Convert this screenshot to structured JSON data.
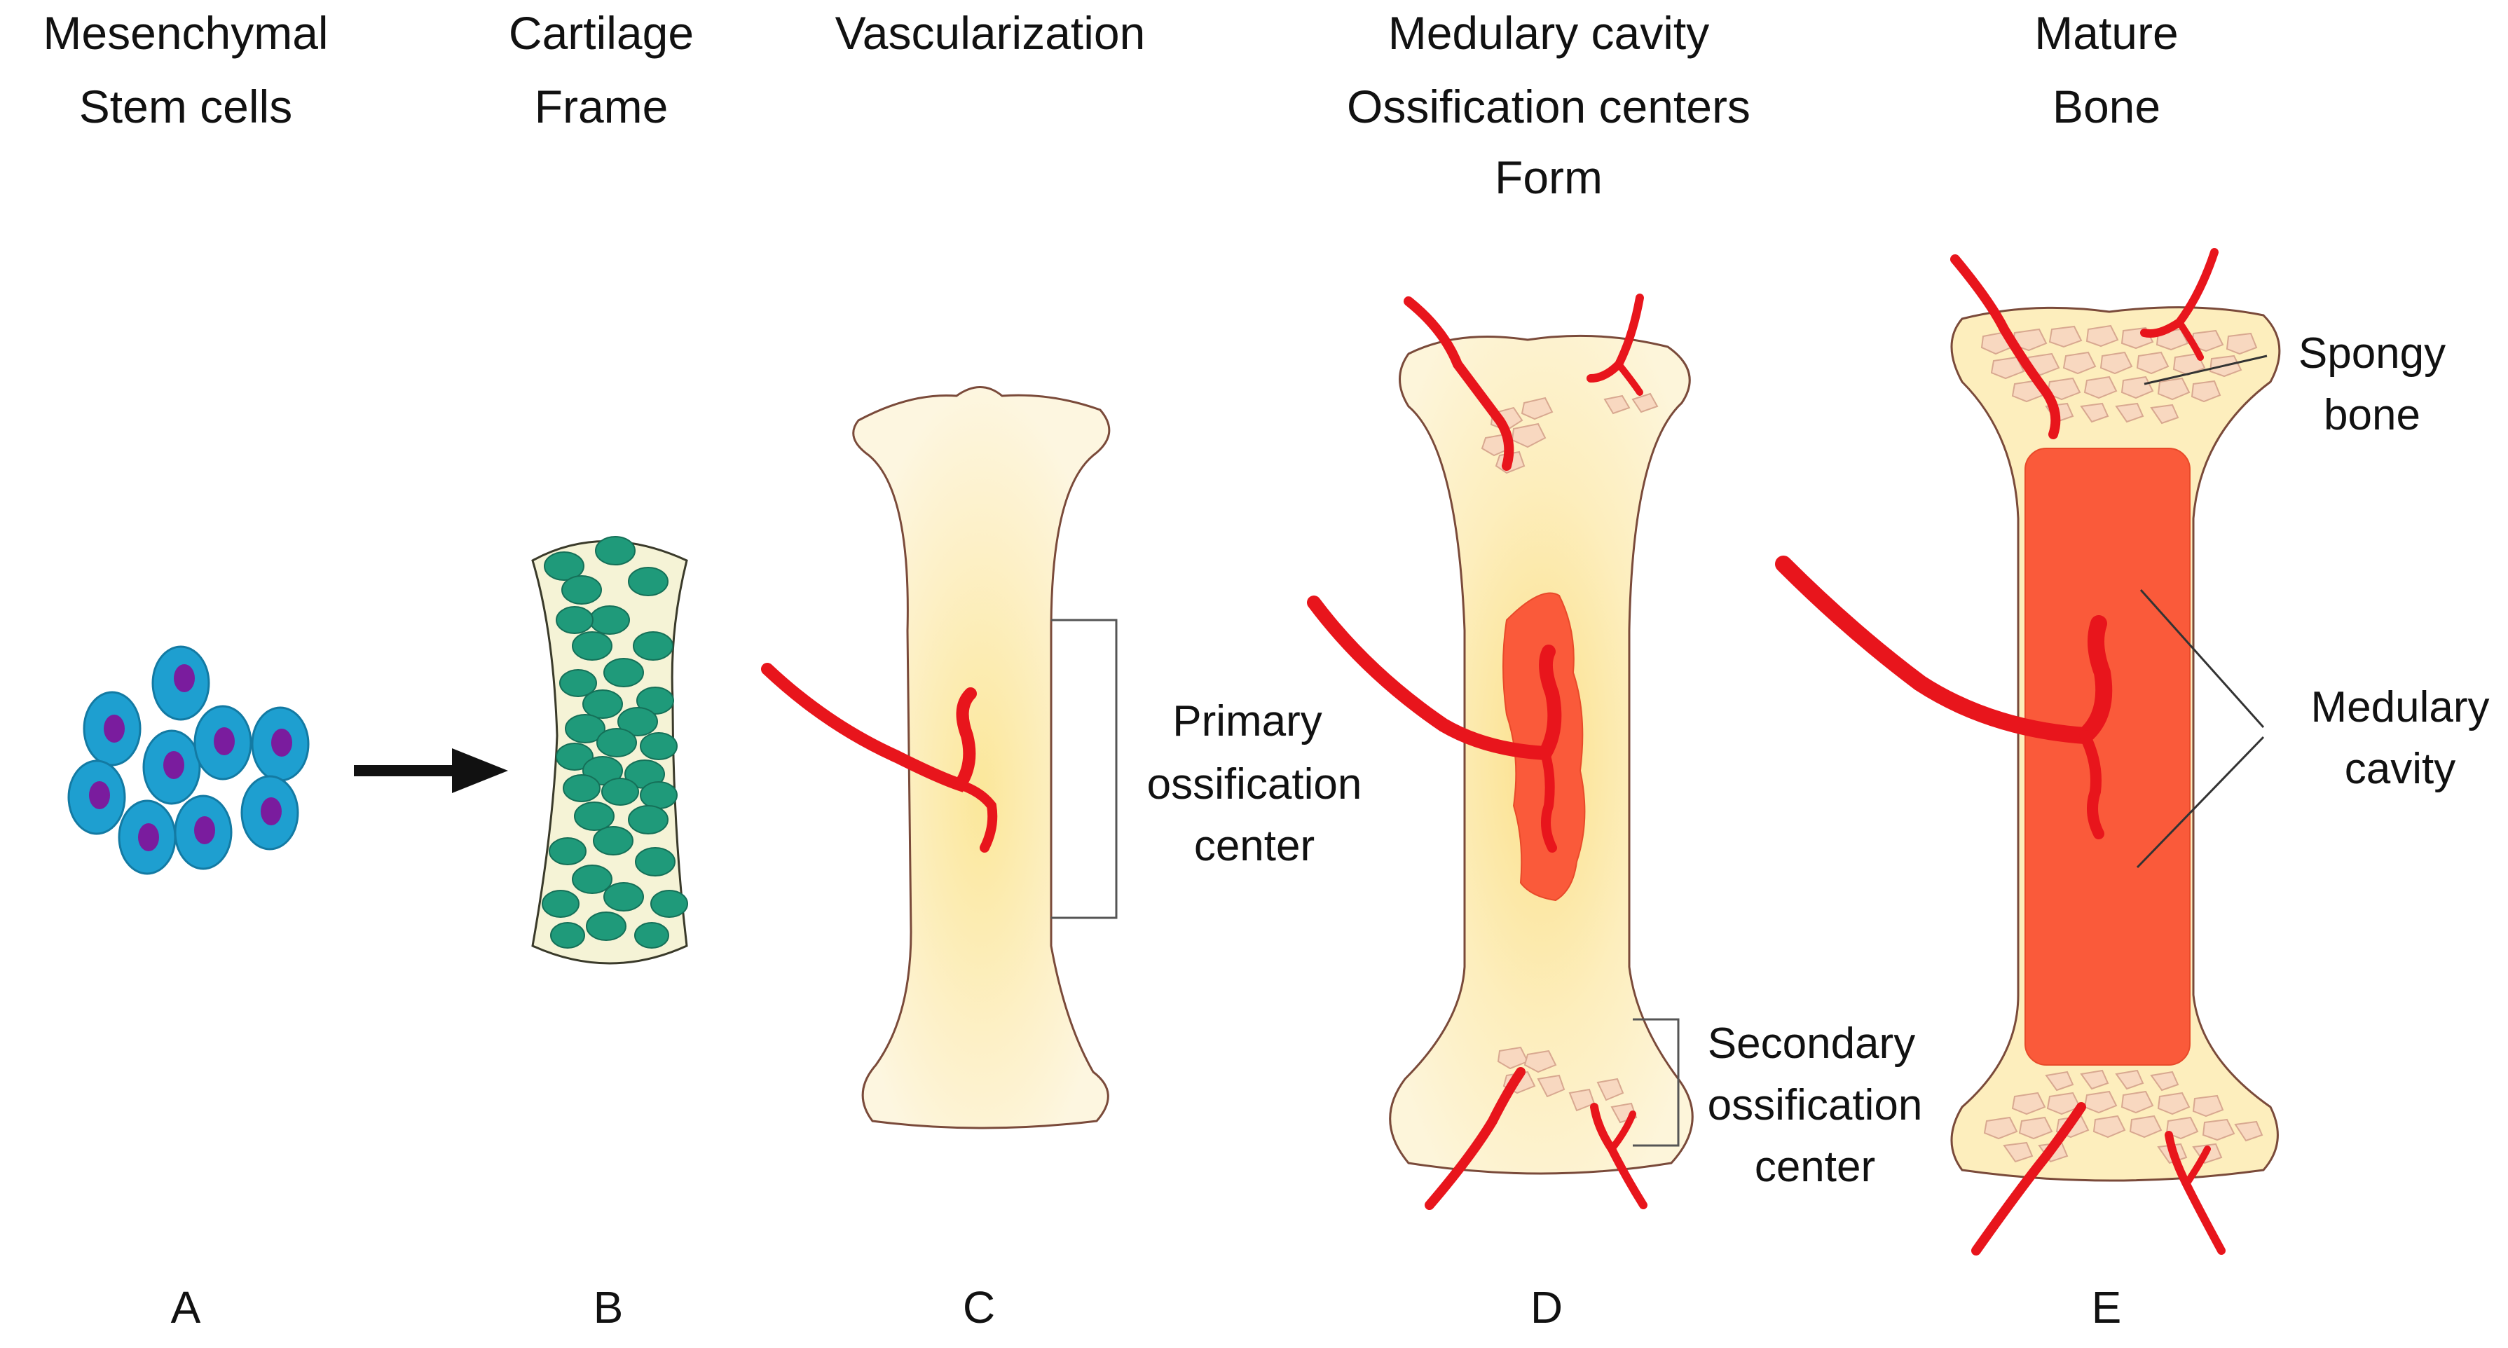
{
  "stages": [
    {
      "letter": "A",
      "title_lines": [
        "Mesenchymal",
        "Stem cells"
      ]
    },
    {
      "letter": "B",
      "title_lines": [
        "Cartilage",
        "Frame"
      ]
    },
    {
      "letter": "C",
      "title_lines": [
        "Vascularization"
      ]
    },
    {
      "letter": "D",
      "title_lines": [
        "Medulary cavity",
        "Ossification centers",
        "Form"
      ]
    },
    {
      "letter": "E",
      "title_lines": [
        "Mature",
        "Bone"
      ]
    }
  ],
  "annotations": {
    "primary_ossification_center": [
      "Primary",
      "ossification",
      "center"
    ],
    "secondary_ossification_center": [
      "Secondary",
      "ossification",
      "center"
    ],
    "spongy_bone": [
      "Spongy",
      "bone"
    ],
    "medulary_cavity": [
      "Medulary",
      "cavity"
    ]
  },
  "colors": {
    "stem_cell": "#1e9fd0",
    "stem_cell_nucleus": "#7a1c9e",
    "cartilage_matrix": "#f5f3d6",
    "chondrocyte": "#1f9a7a",
    "bone": "#fdf3cf",
    "bone_glow": "#fbe79a",
    "bone_outline": "#7a4a3a",
    "blood_vessel": "#e8151c",
    "marrow": "#fa5a3a",
    "spongy": "#f8d8c0",
    "arrow": "#111111"
  }
}
